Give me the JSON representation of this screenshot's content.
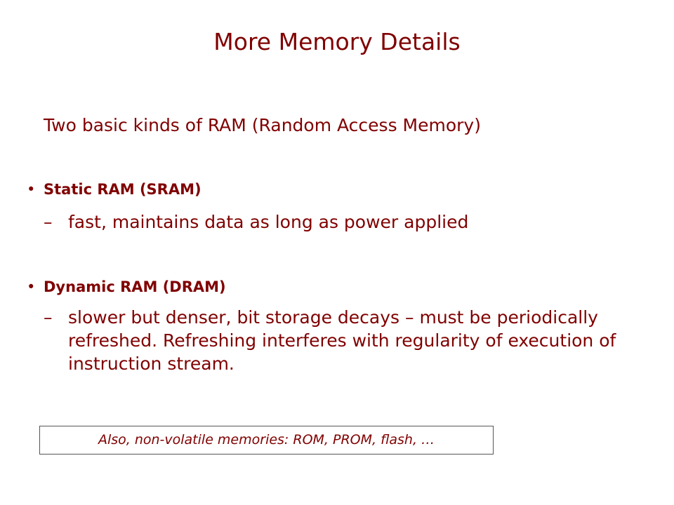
{
  "title": "More Memory Details",
  "intro": "Two basic kinds  of RAM (Random Access Memory)",
  "bullets": [
    {
      "symbol": "•",
      "heading": "Static RAM (SRAM)",
      "dash": "–",
      "detail": "fast, maintains data as long as power applied"
    },
    {
      "symbol": "•",
      "heading": "Dynamic RAM (DRAM)",
      "dash": "–",
      "detail": "slower but denser, bit storage decays – must be periodically refreshed.  Refreshing interferes with regularity of execution of instruction stream."
    }
  ],
  "note": "Also, non-volatile memories: ROM, PROM, flash, …",
  "colors": {
    "text": "#800000",
    "background": "#ffffff",
    "note_border": "#555555"
  }
}
